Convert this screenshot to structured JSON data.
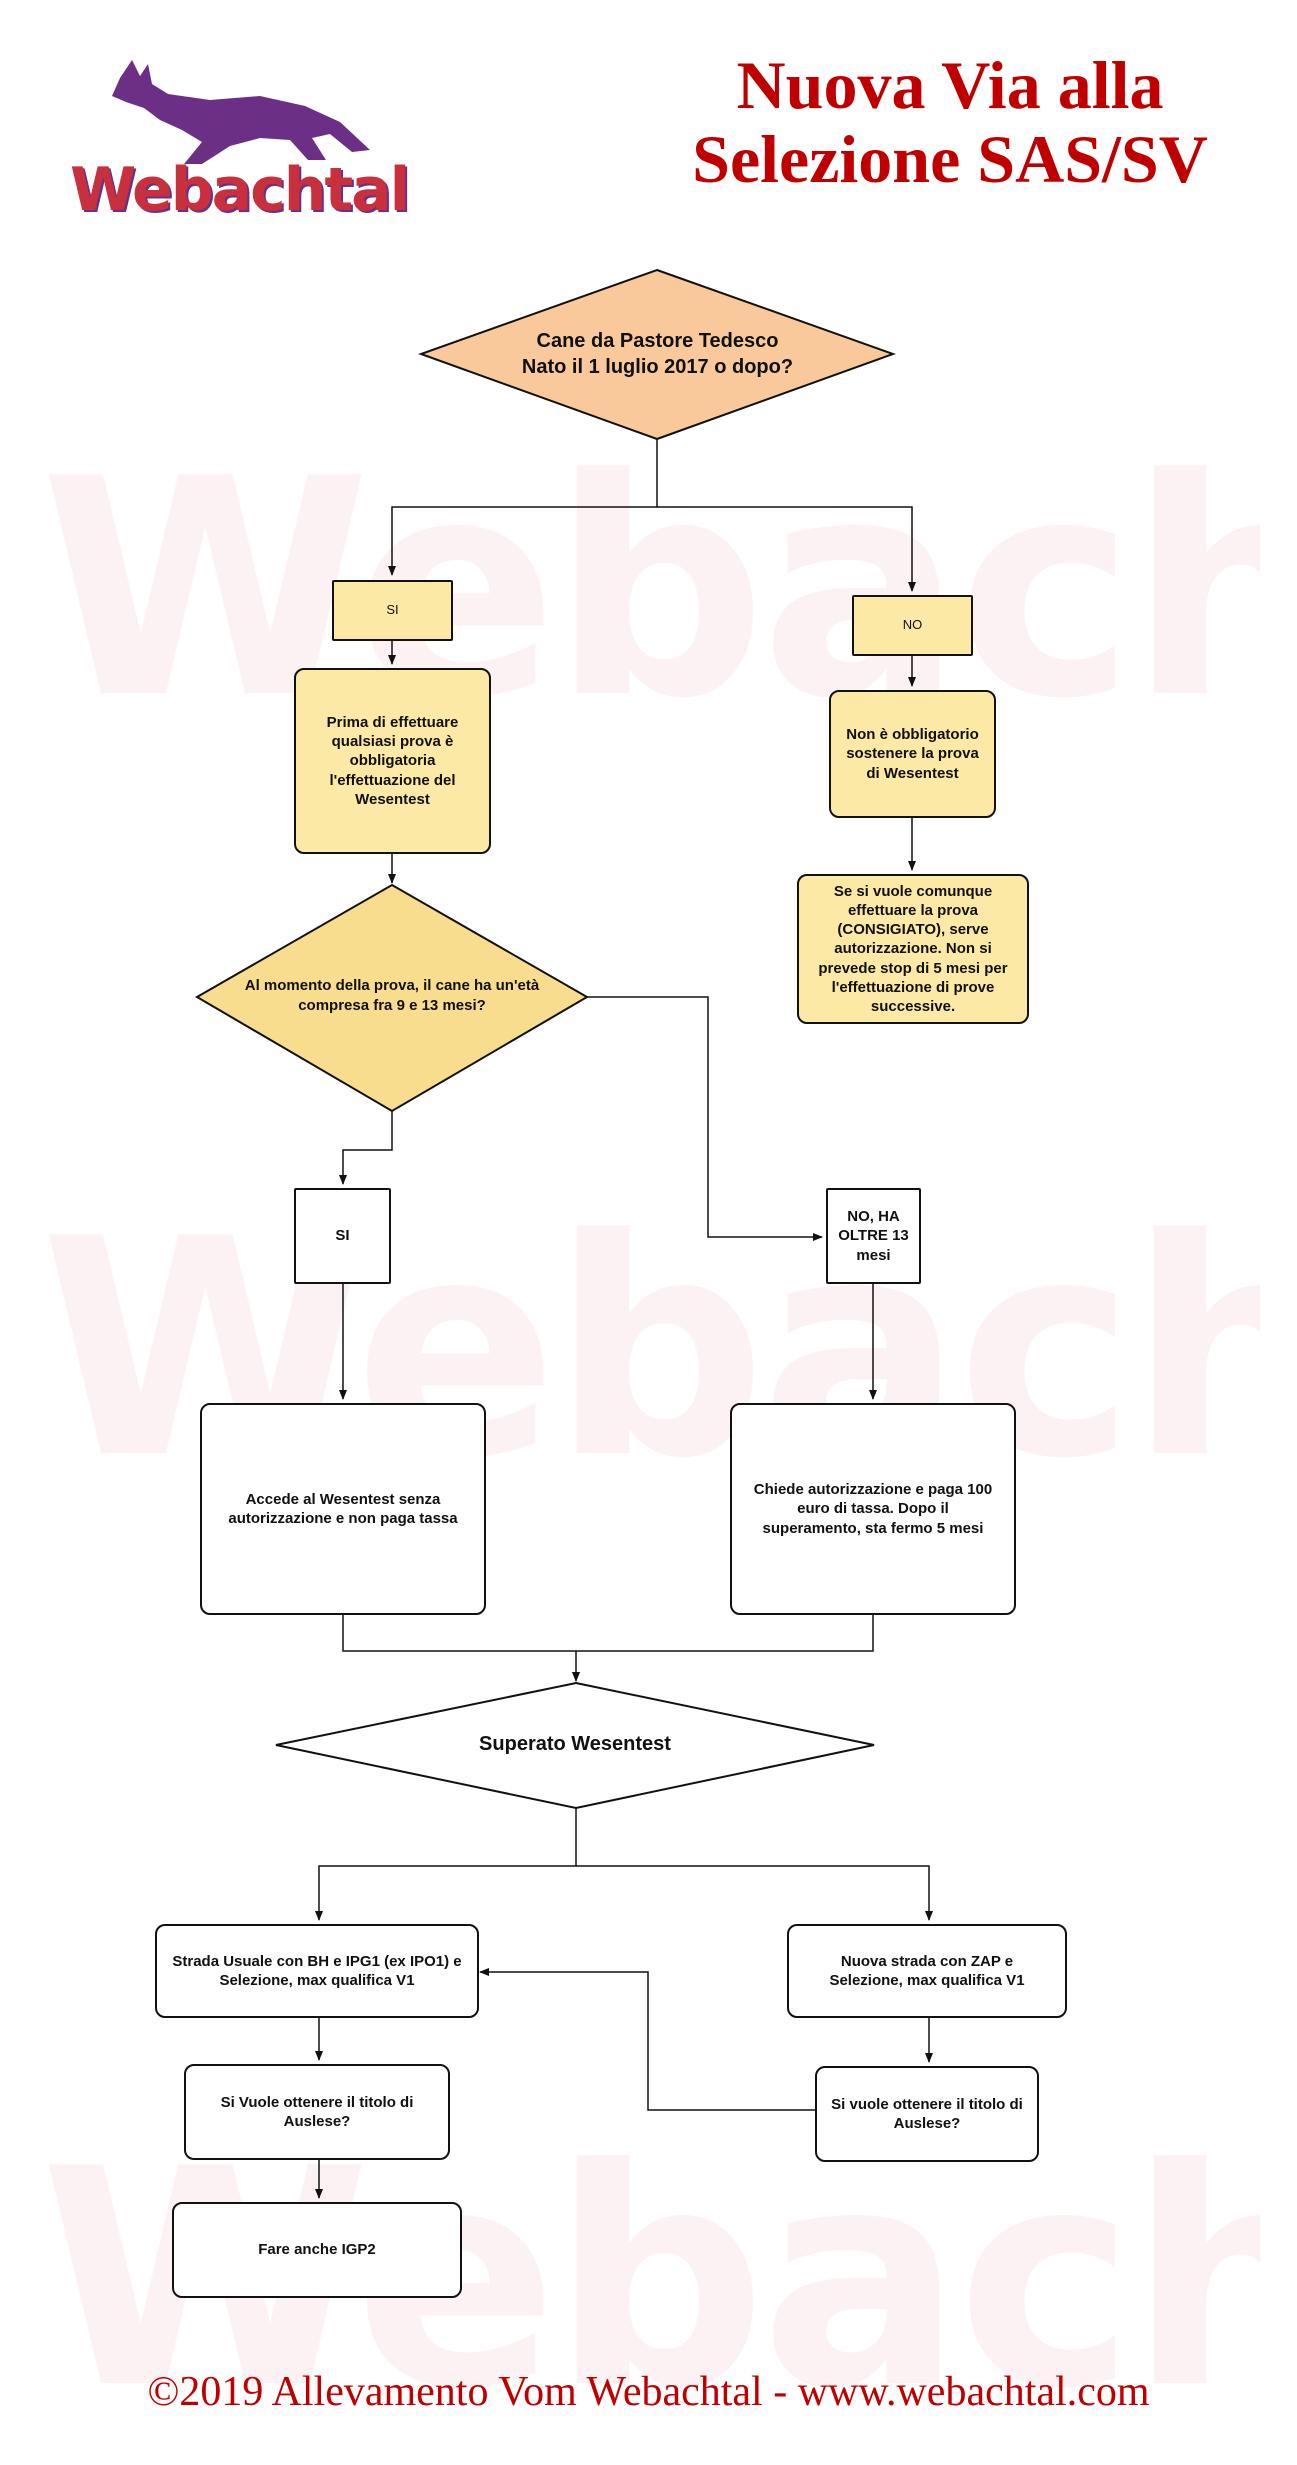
{
  "header": {
    "logo_text": "Webachtal",
    "title_line1": "Nuova Via alla",
    "title_line2": "Selezione SAS/SV"
  },
  "watermark": {
    "text": "Webachtal"
  },
  "nodes": {
    "q_born": "Cane da Pastore Tedesco\nNato il 1 luglio 2017 o dopo?",
    "yes1": "SI",
    "no1": "NO",
    "wesentest_required": "Prima di effettuare qualsiasi prova è obbligatoria l'effettuazione del Wesentest",
    "wesentest_not_required": "Non è obbligatorio sostenere la prova di Wesentest",
    "authorization_note": "Se si vuole comunque effettuare la prova (CONSIGIATO), serve autorizzazione. Non si prevede stop di 5 mesi per l'effettuazione di prove successive.",
    "q_age": "Al momento della prova, il cane ha un'età compresa fra 9 e 13 mesi?",
    "yes2": "SI",
    "no2": "NO, HA OLTRE 13 mesi",
    "free_access": "Accede al Wesentest senza autorizzazione e non paga tassa",
    "paid_access": "Chiede autorizzazione e paga 100 euro di tassa. Dopo il superamento, sta fermo 5 mesi",
    "passed": "Superato Wesentest",
    "usual_path": "Strada Usuale con BH e IPG1 (ex IPO1) e Selezione, max qualifica V1",
    "new_path": "Nuova strada con ZAP e Selezione, max qualifica V1",
    "q_auslese_left": "Si Vuole ottenere il titolo di Auslese?",
    "q_auslese_right": "Si vuole ottenere il titolo di Auslese?",
    "igp2": "Fare anche IGP2"
  },
  "footer": {
    "text": "©2019 Allevamento Vom Webachtal - www.webachtal.com"
  },
  "colors": {
    "title_red": "#c00000",
    "orange_decision": "#f9c99b",
    "yellow_fill": "#fde9a6",
    "yellow_decision": "#f8dd8f",
    "logo_purple": "#6b2f85",
    "logo_red": "#c9303e"
  }
}
